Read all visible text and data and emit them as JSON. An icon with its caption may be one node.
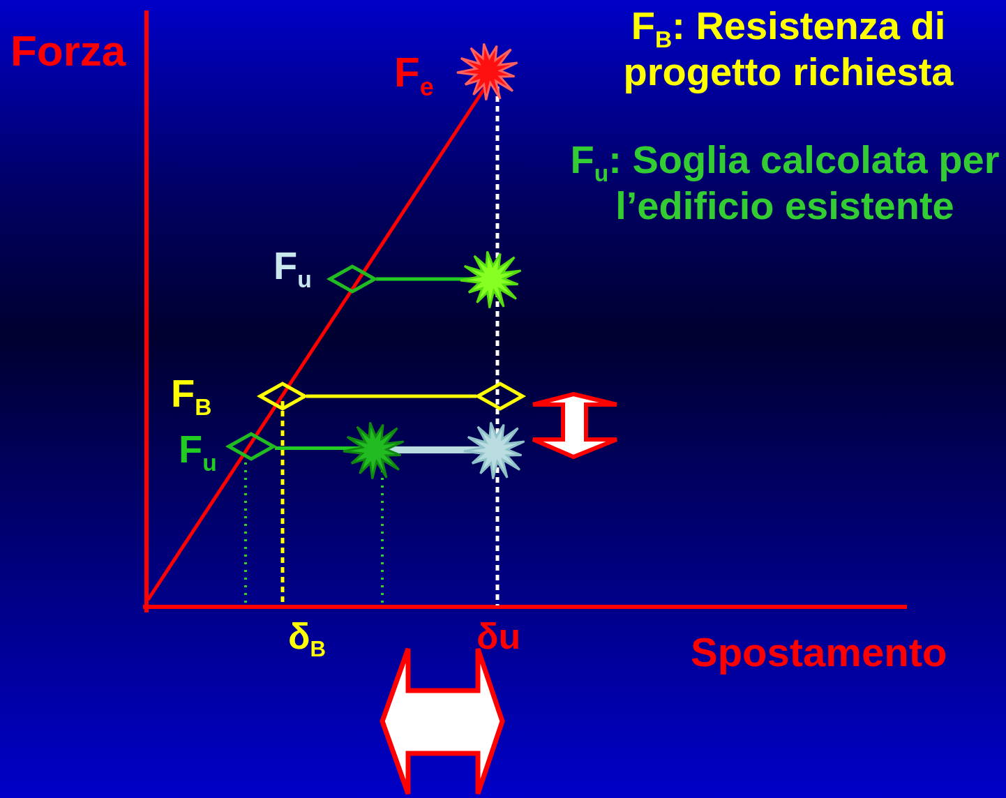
{
  "diagram": {
    "nodes": [
      {
        "text": [],
        "shape": "star"
      },
      {
        "text": [],
        "shape": "diamond"
      },
      {
        "text": [],
        "shape": "star"
      },
      {
        "text": [],
        "shape": "diamond"
      },
      {
        "text": [],
        "shape": "diamond"
      },
      {
        "text": [],
        "shape": "diamond"
      },
      {
        "text": [],
        "shape": "star"
      },
      {
        "text": [],
        "shape": "star"
      }
    ],
    "edges": [
      {
        "from": 1,
        "to": 2,
        "arrow": "none",
        "color": "#22cc22"
      },
      {
        "from": 3,
        "to": 4,
        "arrow": "none",
        "color": "#ffff00"
      },
      {
        "from": 5,
        "to": 6,
        "arrow": "none",
        "color": "#22cc22"
      },
      {
        "from": 6,
        "to": 7,
        "arrow": "none",
        "style": "thick",
        "color": "#b8dce0"
      }
    ],
    "labels": [
      "Forza",
      "F$_{e}$",
      "F$_{B}$: Resistenza di progetto richiesta",
      "F$_{u}$: Soglia calcolata per l’edificio esistente",
      "F$_{u}$",
      "F$_{B}$",
      "F$_{u}$",
      "δ$_{B}$",
      "δu",
      "Spostamento"
    ]
  }
}
